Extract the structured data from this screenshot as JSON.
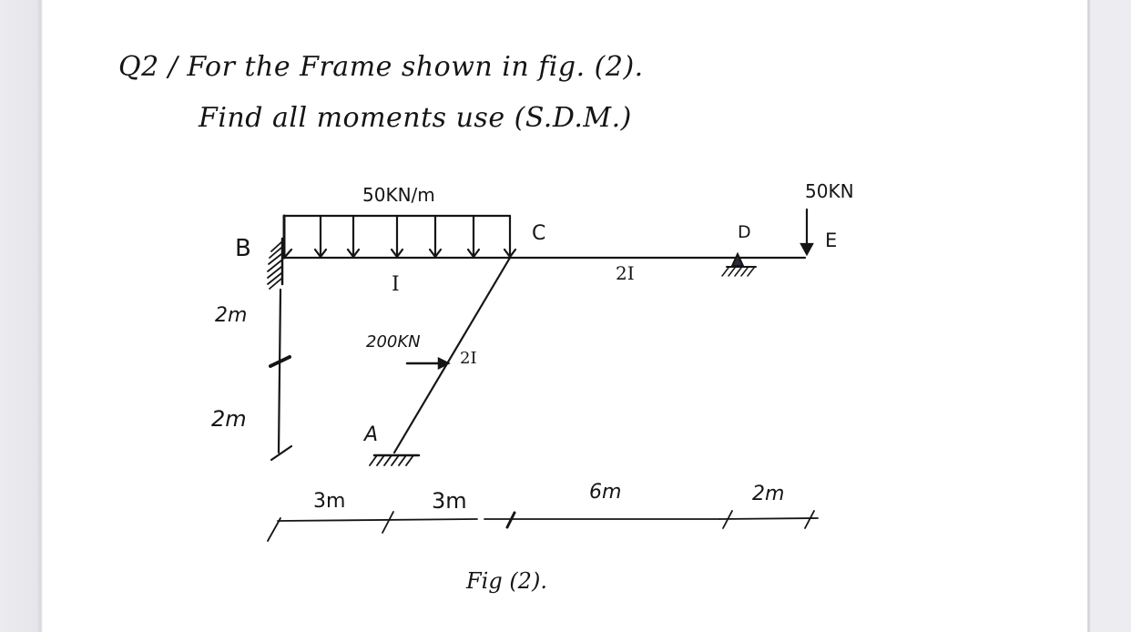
{
  "question": {
    "number": "Q2 /",
    "line1": "For the Frame shown in fig. (2).",
    "line2": "Find all moments use (S.D.M.)"
  },
  "figure": {
    "caption": "Fig (2).",
    "nodes": {
      "B": "B",
      "C": "C",
      "D": "D",
      "E": "E",
      "A": "A"
    },
    "loads": {
      "udl": "50KN/m",
      "point_E": "50KN",
      "horizontal": "200KN"
    },
    "stiffness": {
      "BC": "I",
      "CD": "2I",
      "AC": "2I"
    },
    "vertical_dims": [
      "2m",
      "2m"
    ],
    "horizontal_dims": [
      "3m",
      "3m",
      "6m",
      "2m"
    ],
    "supports": {
      "B": "fixed",
      "A": "fixed",
      "D": "pin/roller"
    }
  },
  "colors": {
    "ink": "#151515",
    "page": "#ffffff",
    "margin": "#ececf1"
  }
}
